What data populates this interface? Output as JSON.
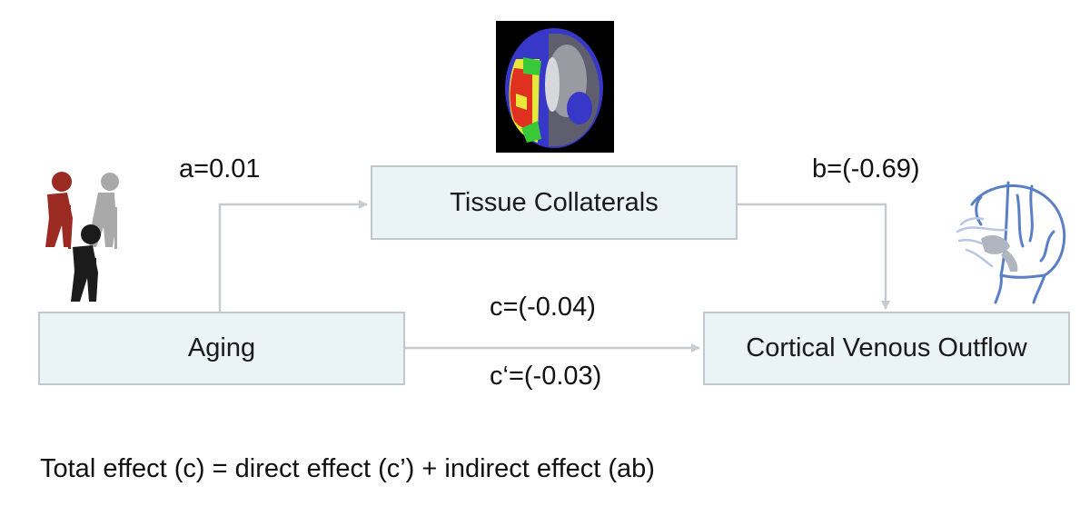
{
  "nodes": {
    "tissue": "Tissue Collaterals",
    "aging": "Aging",
    "cvo": "Cortical Venous Outflow"
  },
  "paths": {
    "a": "a=0.01",
    "b": "b=(-0.69)",
    "c": "c=(-0.04)",
    "c_prime": "c‘=(-0.03)"
  },
  "formula": "Total effect (c) = direct effect (c’) + indirect effect (ab)",
  "icons": {
    "elderly": "elderly-people-icon",
    "brain_scan": "brain-perfusion-map-image",
    "venous": "cerebral-venous-system-icon"
  },
  "colors": {
    "box_fill": "#eaf3f6",
    "box_border": "#bfc8cc",
    "arrow": "#c6cccf",
    "elderly_red": "#9b2a22",
    "elderly_grey": "#a9a9a9",
    "elderly_black": "#1b1b1b",
    "vein_blue": "#5b7fc4"
  }
}
